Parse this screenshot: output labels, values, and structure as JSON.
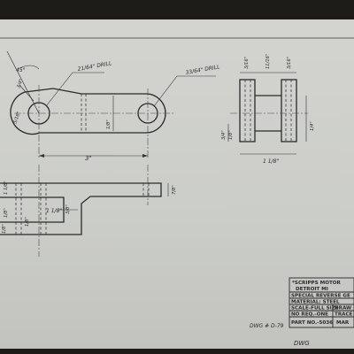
{
  "dimensions": {
    "angle": "45°",
    "top_radius": "3/4\"",
    "left_radius": "5/16\"",
    "drill_left": "21/64\" DRILL",
    "drill_right": "33/64\" DRILL",
    "height_mid": "1/8\"",
    "center_distance": "3\"",
    "side_top_a": "3/16\"",
    "side_top_b": "11/16\"",
    "side_top_c": "3/16\"",
    "side_left_a": "3/4\"",
    "side_left_b": "1/8\"",
    "side_right": "1/4\"",
    "side_bottom": "1 1/8\"",
    "bottom_left_a": "1 1/8\"",
    "bottom_left_b": "1/8\"",
    "bottom_right": "7/8\"",
    "bottom_mid": "1 1/8\"",
    "bottom_mid_b": "3/8\"",
    "bottom_low_a": "1/8\"",
    "bottom_low_b": "1/8\""
  },
  "title_block": {
    "company": "*SCRIPPS MOTOR",
    "location": "DETROIT    MI",
    "description": "SPECIAL REVERSE GE",
    "material": "MATERIAL: STEEL",
    "scale": "SCALE-FULL SIZE",
    "drawn": "DRAW",
    "req": "NO REQ.-ONE",
    "traced": "TRACE",
    "part_no": "PART NO.-5036",
    "date": "MAR"
  },
  "drawing_number": "DWG # D-79",
  "drawing_number_edge": "DWG"
}
